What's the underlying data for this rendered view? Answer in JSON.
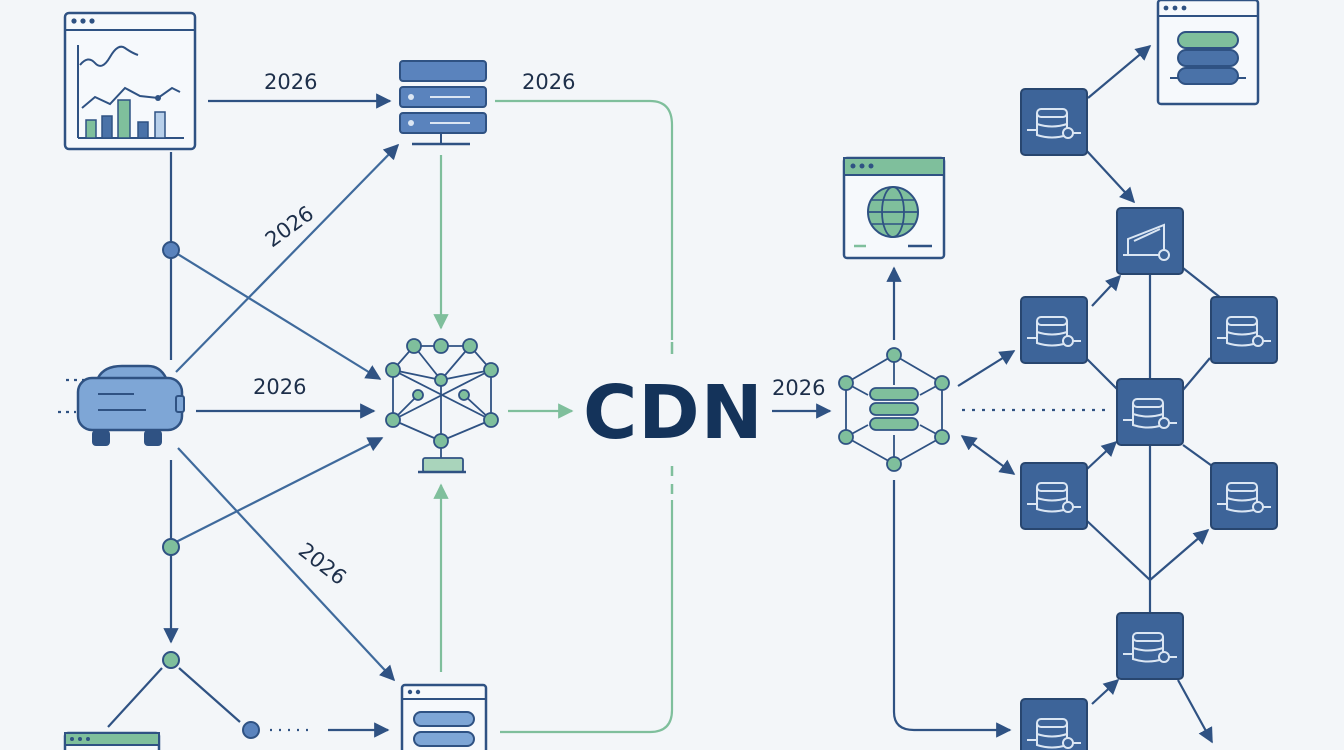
{
  "center": {
    "title": "CDN"
  },
  "edge_labels": {
    "dashboard_to_server": "2026",
    "server_to_cdn": "2026",
    "car_to_server": "2026",
    "car_to_network": "2026",
    "car_to_bottom_node": "2026",
    "cdn_to_cluster": "2026"
  },
  "colors": {
    "background": "#f3f6f9",
    "navy": "#2f5283",
    "blue": "#4a72a8",
    "light_blue": "#7ea6d6",
    "green": "#7fbf9c",
    "dark_navy": "#14335a"
  },
  "icons": {
    "dashboard": "chart-window-icon",
    "server": "server-rack-icon",
    "car": "car-icon",
    "network": "network-hub-icon",
    "database_window": "database-window-icon",
    "globe_window": "globe-window-icon",
    "cdn_database": "database-network-icon",
    "storage_node": "database-tile-icon"
  }
}
